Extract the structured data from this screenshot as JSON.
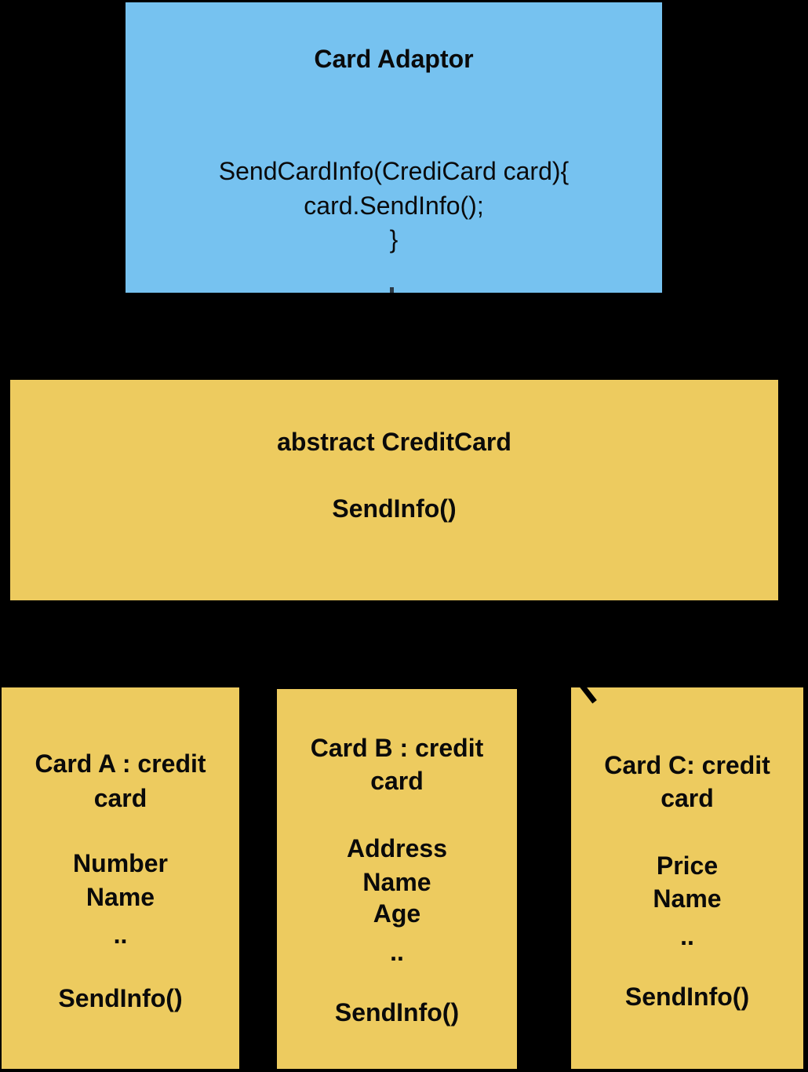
{
  "colors": {
    "background": "#000000",
    "adapter_fill": "#76c2f0",
    "card_fill": "#edcb5f",
    "text": "#0a0a0a"
  },
  "adapter_box": {
    "title": "Card Adaptor",
    "code_lines": [
      "SendCardInfo(CrediCard card){",
      "card.SendInfo();",
      "}"
    ]
  },
  "abstract_box": {
    "title": "abstract CreditCard",
    "method": "SendInfo()"
  },
  "card_boxes": [
    {
      "title_line1": "Card A : credit",
      "title_line2": "card",
      "fields": [
        "Number",
        "Name",
        ".."
      ],
      "method": "SendInfo()"
    },
    {
      "title_line1": "Card B : credit",
      "title_line2": "card",
      "fields": [
        "Address",
        "Name",
        "Age",
        ".."
      ],
      "method": "SendInfo()"
    },
    {
      "title_line1": "Card C: credit",
      "title_line2": "card",
      "fields": [
        "Price",
        "Name",
        ".."
      ],
      "method": "SendInfo()"
    }
  ]
}
